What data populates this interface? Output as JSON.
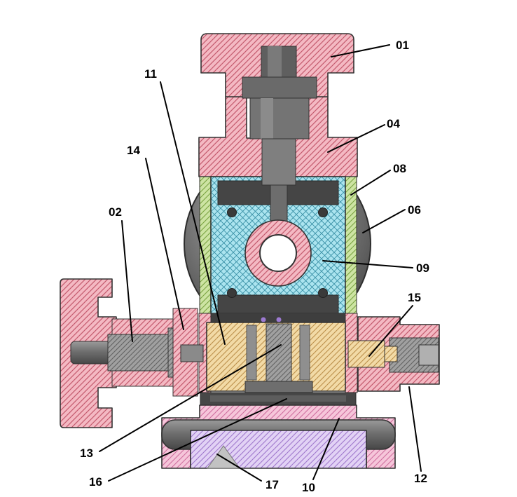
{
  "drawing": {
    "kind": "mechanical cross-section assembly drawing",
    "background": "#ffffff"
  },
  "callouts": [
    {
      "label": "01"
    },
    {
      "label": "02"
    },
    {
      "label": "04"
    },
    {
      "label": "06"
    },
    {
      "label": "08"
    },
    {
      "label": "09"
    },
    {
      "label": "10"
    },
    {
      "label": "11"
    },
    {
      "label": "12"
    },
    {
      "label": "13"
    },
    {
      "label": "14"
    },
    {
      "label": "15"
    },
    {
      "label": "16"
    },
    {
      "label": "17"
    }
  ],
  "section_colors": {
    "pink_section": "#f4b9c3",
    "cyan_section": "#abe4ef",
    "green_section": "#cde4a3",
    "tan_section": "#f2daa6",
    "magenta_section": "#f6c6da",
    "violet_section": "#e2d2f5",
    "gray_metal": "#7a7a7a",
    "dark_cavity": "#454545",
    "oring_purple": "#9d7ad2"
  }
}
